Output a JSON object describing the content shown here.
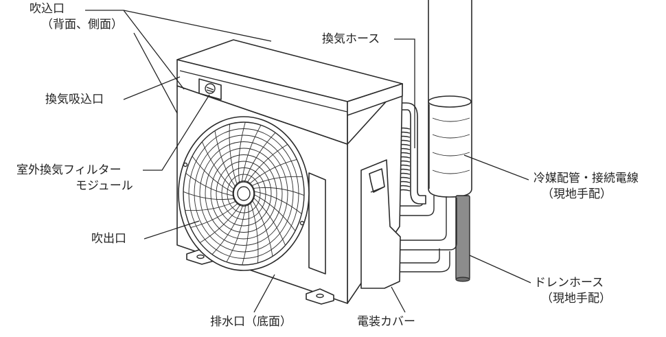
{
  "labels": {
    "fukikomi_guchi": "吹込口",
    "fukikomi_guchi_note": "（背面、側面）",
    "kanki_kyuukomi_guchi": "換気吸込口",
    "filter_module_line1": "室外換気フィルター",
    "filter_module_line2": "モジュール",
    "fukidashi_guchi": "吹出口",
    "haisui_guchi": "排水口（底面）",
    "kanki_hose": "換気ホース",
    "refrigerant_piping": "冷媒配管・接続電線",
    "refrigerant_note": "（現地手配）",
    "drain_hose": "ドレンホース",
    "drain_note": "（現地手配）",
    "electric_cover": "電装カバー"
  },
  "colors": {
    "line": "#2a2a2a",
    "drain_hose_fill": "#8c8c8c",
    "background": "#ffffff"
  }
}
